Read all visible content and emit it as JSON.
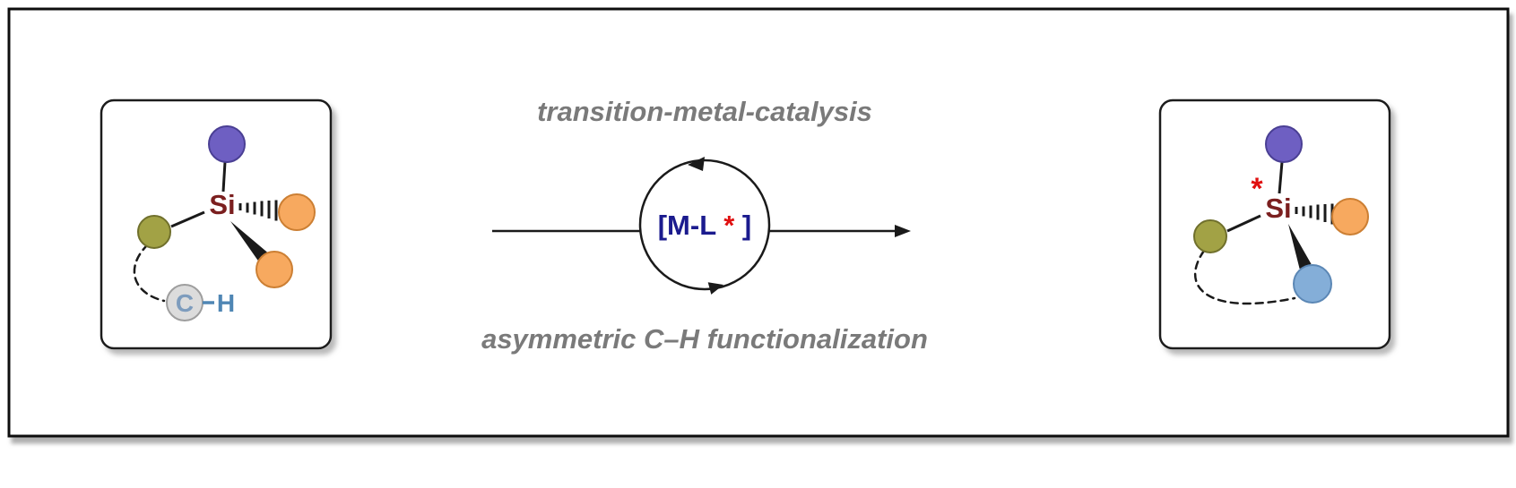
{
  "scheme": {
    "top_label": "transition-metal-catalysis",
    "bottom_label": "asymmetric C–H functionalization",
    "catalyst": {
      "open": "[M-L",
      "asterisk": "*",
      "close": "]"
    },
    "left_molecule": {
      "si": "Si",
      "c": "C",
      "h": "H"
    },
    "right_molecule": {
      "si": "Si",
      "asterisk": "*"
    },
    "colors": {
      "purple": "#6e5fc2",
      "olive": "#a2a245",
      "orange": "#f7a95f",
      "blue": "#84aed8",
      "sphere_gray": "#dcdcdc",
      "si": "#7b1f1f",
      "c": "#7d9cbd",
      "h": "#4f86b4",
      "catalyst": "#1b1b8e",
      "asterisk": "#e01010",
      "labels": "#7a7a7a"
    }
  }
}
